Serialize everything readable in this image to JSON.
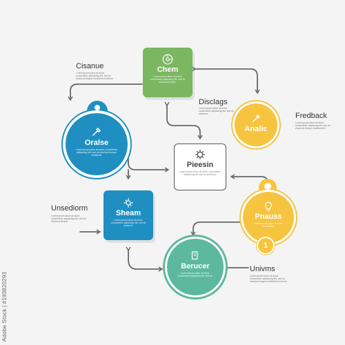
{
  "nodes": {
    "chem": {
      "title": "Chem",
      "desc": "Lorem ipsum dolor sit amet, consectetur adipiscing elit, sed do eiusmod tempor."
    },
    "oralse": {
      "title": "Oralse",
      "desc": "Lorem ipsum dolor sit amet, consectetur adipiscing elit, sed do eiusmod tempor incididunt."
    },
    "analic": {
      "title": "Analic"
    },
    "pieesin": {
      "title": "Pieesin",
      "desc": "Lorem ipsum dolor sit amet, consectetur adipiscing elit, sed do eiusmod."
    },
    "sheam": {
      "title": "Sheam",
      "desc": "Lorem ipsum dolor sit amet, consectetur adipiscing elit, sed do eiusmod."
    },
    "pnauss": {
      "title": "Pnauss",
      "desc": "Lorem ipsum dolor sit amet, consectetur.",
      "badge": "1"
    },
    "berucer": {
      "title": "Berucer",
      "desc": "Lorem ipsum dolor sit amet, consectetur adipiscing elit, sed do."
    }
  },
  "labels": {
    "cisanue": {
      "title": "Cisanue",
      "desc": "Lorem ipsum dolor sit amet, consectetur adipiscing elit, sed do eiusmod tempor incididunt ut labore."
    },
    "disclags": {
      "title": "Disclags",
      "desc": "Lorem ipsum dolor sit amet, consectetur adipiscing elit, sed do eiusmod."
    },
    "fredback": {
      "title": "Fredback",
      "desc": "Lorem ipsum dolor sit amet, consectetur adipiscing elit, sed do eiusmod tempor incididunt ut."
    },
    "unsediorm": {
      "title": "Unsediorm",
      "desc": "Lorem ipsum dolor sit amet, consectetur adipiscing elit, sed do eiusmod tempor."
    },
    "univms": {
      "title": "Univms",
      "desc": "Lorem ipsum dolor sit amet, consectetur adipiscing elit, sed do eiusmod tempor incididunt ut labore."
    }
  },
  "watermark": "Adobe Stock | #193820293",
  "colors": {
    "green": "#7bb661",
    "blue": "#1f8fc1",
    "yellow": "#f7c440",
    "teal": "#5cb99e",
    "line": "#666666"
  },
  "icons": [
    "target-icon",
    "pen-icon",
    "brush-icon",
    "gear-icon",
    "settings-icon",
    "bulb-icon",
    "document-icon"
  ]
}
